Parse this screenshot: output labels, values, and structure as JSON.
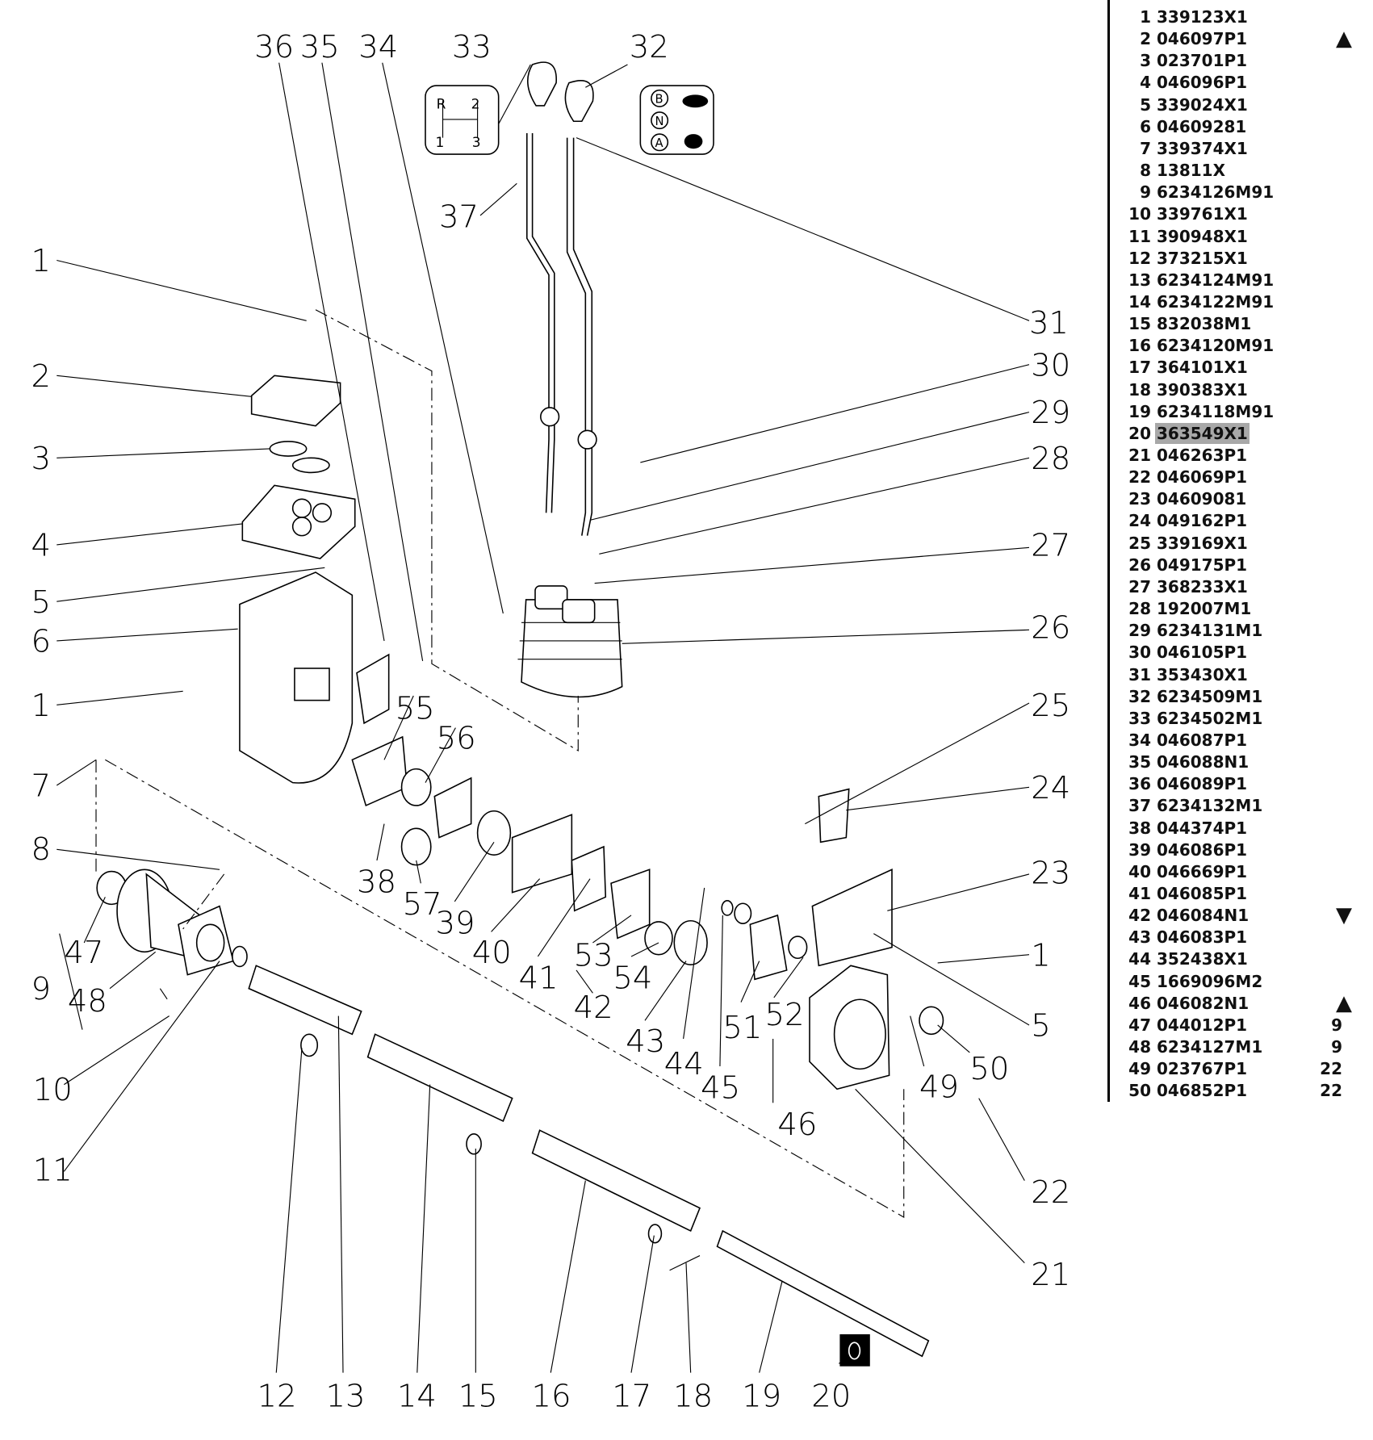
{
  "diagram": {
    "callouts": [
      "36",
      "35",
      "34",
      "33",
      "32",
      "37",
      "31",
      "30",
      "29",
      "28",
      "27",
      "26",
      "25",
      "24",
      "23",
      "1",
      "5",
      "22",
      "21",
      "50",
      "49",
      "46",
      "52",
      "51",
      "45",
      "44",
      "43",
      "42",
      "54",
      "53",
      "41",
      "40",
      "39",
      "57",
      "38",
      "56",
      "55",
      "20",
      "19",
      "18",
      "17",
      "16",
      "15",
      "14",
      "13",
      "12",
      "11",
      "10",
      "9",
      "48",
      "47",
      "8",
      "7",
      "1",
      "6",
      "5",
      "4",
      "3",
      "2",
      "1"
    ],
    "shift_pattern": {
      "r": "R",
      "two": "2",
      "one": "1",
      "three": "3"
    },
    "range_pattern": {
      "b": "B",
      "n": "N",
      "a": "A"
    }
  },
  "parts_list": {
    "highlighted_row": 20,
    "rows": [
      {
        "n": "1",
        "code": "339123X1"
      },
      {
        "n": "2",
        "code": "046097P1",
        "arrow": "up"
      },
      {
        "n": "3",
        "code": "023701P1"
      },
      {
        "n": "4",
        "code": "046096P1"
      },
      {
        "n": "5",
        "code": "339024X1"
      },
      {
        "n": "6",
        "code": "04609281"
      },
      {
        "n": "7",
        "code": "339374X1"
      },
      {
        "n": "8",
        "code": "13811X"
      },
      {
        "n": "9",
        "code": "6234126M91"
      },
      {
        "n": "10",
        "code": "339761X1"
      },
      {
        "n": "11",
        "code": "390948X1"
      },
      {
        "n": "12",
        "code": "373215X1"
      },
      {
        "n": "13",
        "code": "6234124M91"
      },
      {
        "n": "14",
        "code": "6234122M91"
      },
      {
        "n": "15",
        "code": "832038M1"
      },
      {
        "n": "16",
        "code": "6234120M91"
      },
      {
        "n": "17",
        "code": "364101X1"
      },
      {
        "n": "18",
        "code": "390383X1"
      },
      {
        "n": "19",
        "code": "6234118M91"
      },
      {
        "n": "20",
        "code": "363549X1"
      },
      {
        "n": "21",
        "code": "046263P1"
      },
      {
        "n": "22",
        "code": "046069P1"
      },
      {
        "n": "23",
        "code": "04609081"
      },
      {
        "n": "24",
        "code": "049162P1"
      },
      {
        "n": "25",
        "code": "339169X1"
      },
      {
        "n": "26",
        "code": "049175P1"
      },
      {
        "n": "27",
        "code": "368233X1"
      },
      {
        "n": "28",
        "code": "192007M1"
      },
      {
        "n": "29",
        "code": "6234131M1"
      },
      {
        "n": "30",
        "code": "046105P1"
      },
      {
        "n": "31",
        "code": "353430X1"
      },
      {
        "n": "32",
        "code": "6234509M1"
      },
      {
        "n": "33",
        "code": "6234502M1"
      },
      {
        "n": "34",
        "code": "046087P1"
      },
      {
        "n": "35",
        "code": "046088N1"
      },
      {
        "n": "36",
        "code": "046089P1"
      },
      {
        "n": "37",
        "code": "6234132M1"
      },
      {
        "n": "38",
        "code": "044374P1"
      },
      {
        "n": "39",
        "code": "046086P1"
      },
      {
        "n": "40",
        "code": "046669P1"
      },
      {
        "n": "41",
        "code": "046085P1"
      },
      {
        "n": "42",
        "code": "046084N1",
        "arrow": "down"
      },
      {
        "n": "43",
        "code": "046083P1"
      },
      {
        "n": "44",
        "code": "352438X1"
      },
      {
        "n": "45",
        "code": "1669096M2"
      },
      {
        "n": "46",
        "code": "046082N1",
        "arrow": "up"
      },
      {
        "n": "47",
        "code": "044012P1",
        "qty": "9"
      },
      {
        "n": "48",
        "code": "6234127M1",
        "qty": "9"
      },
      {
        "n": "49",
        "code": "023767P1",
        "qty": "22"
      },
      {
        "n": "50",
        "code": "046852P1",
        "qty": "22"
      }
    ]
  }
}
